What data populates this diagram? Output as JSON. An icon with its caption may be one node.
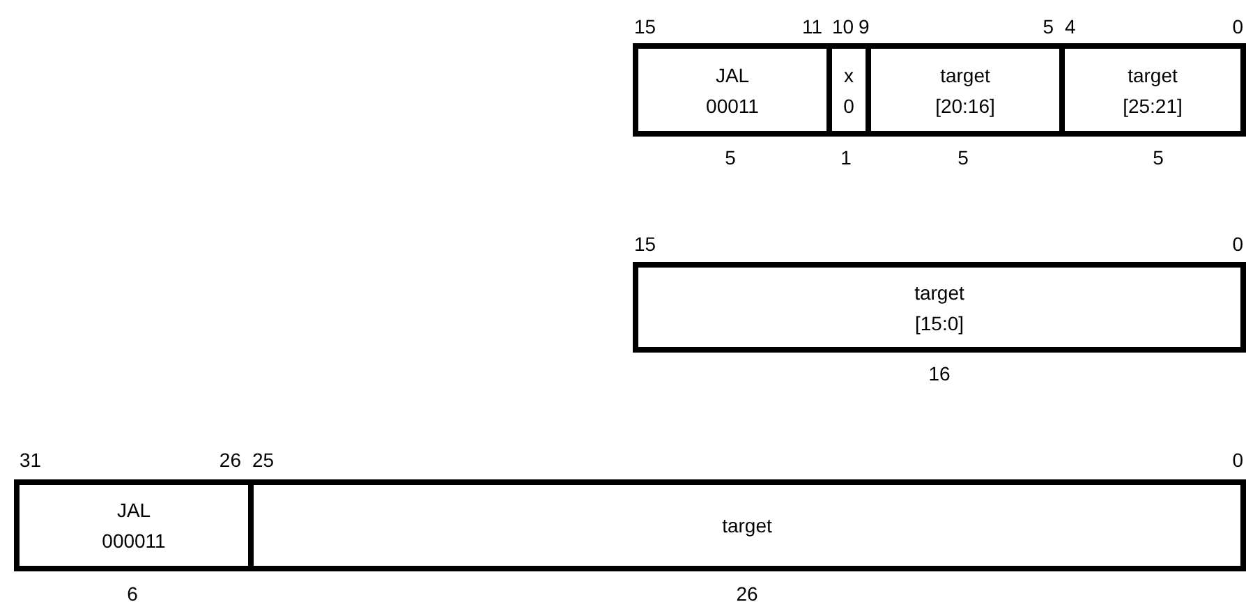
{
  "diagram": {
    "nodes": [
      {
        "text": [
          "JAL",
          "00011"
        ]
      },
      {
        "text": [
          "x",
          "0"
        ]
      },
      {
        "text": [
          "target",
          "[20:16]"
        ]
      },
      {
        "text": [
          "target",
          "[25:21]"
        ]
      },
      {
        "text": [
          "target",
          "[15:0]"
        ]
      },
      {
        "text": [
          "JAL",
          "000011"
        ]
      },
      {
        "text": [
          "target"
        ]
      }
    ],
    "labels": [
      "15",
      "11",
      "10",
      "9",
      "5",
      "4",
      "0",
      "5",
      "1",
      "5",
      "5",
      "15",
      "0",
      "16",
      "31",
      "26",
      "25",
      "0",
      "6",
      "26"
    ]
  }
}
